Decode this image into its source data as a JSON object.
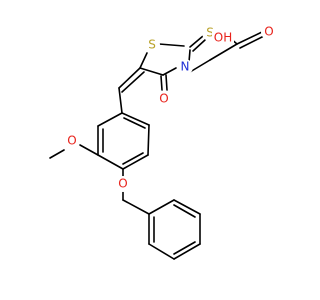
{
  "molecule": {
    "atom_colors": {
      "S": "#b9a22a",
      "O": "#e8221b",
      "N": "#1f2fd6",
      "C": "#000000"
    },
    "atoms": {
      "s_ring": "S",
      "s_thioxo": "S",
      "n_ring": "N",
      "o_ring_carbonyl": "O",
      "o_acid_carbonyl": "O",
      "o_acid_hydroxyl": "OH",
      "o_methoxy": "O",
      "o_benzyloxy": "O"
    }
  }
}
